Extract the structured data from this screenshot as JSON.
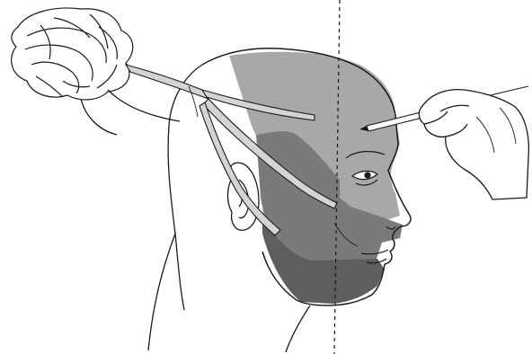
{
  "colors": {
    "background": "#ffffff",
    "outline": "#1a1a1a",
    "light_shade": "#a8a8a8",
    "medium_shade": "#777777",
    "dark_shade": "#5c5c5c",
    "nerve_fill": "#d4d4d4"
  },
  "illustration": {
    "subject": "head-profile-with-nerve-branches",
    "midline": "dashed-vertical-line",
    "tool": "probe-held-by-hand",
    "regions": [
      "forehead-region",
      "cheek-region",
      "jaw-region"
    ]
  }
}
